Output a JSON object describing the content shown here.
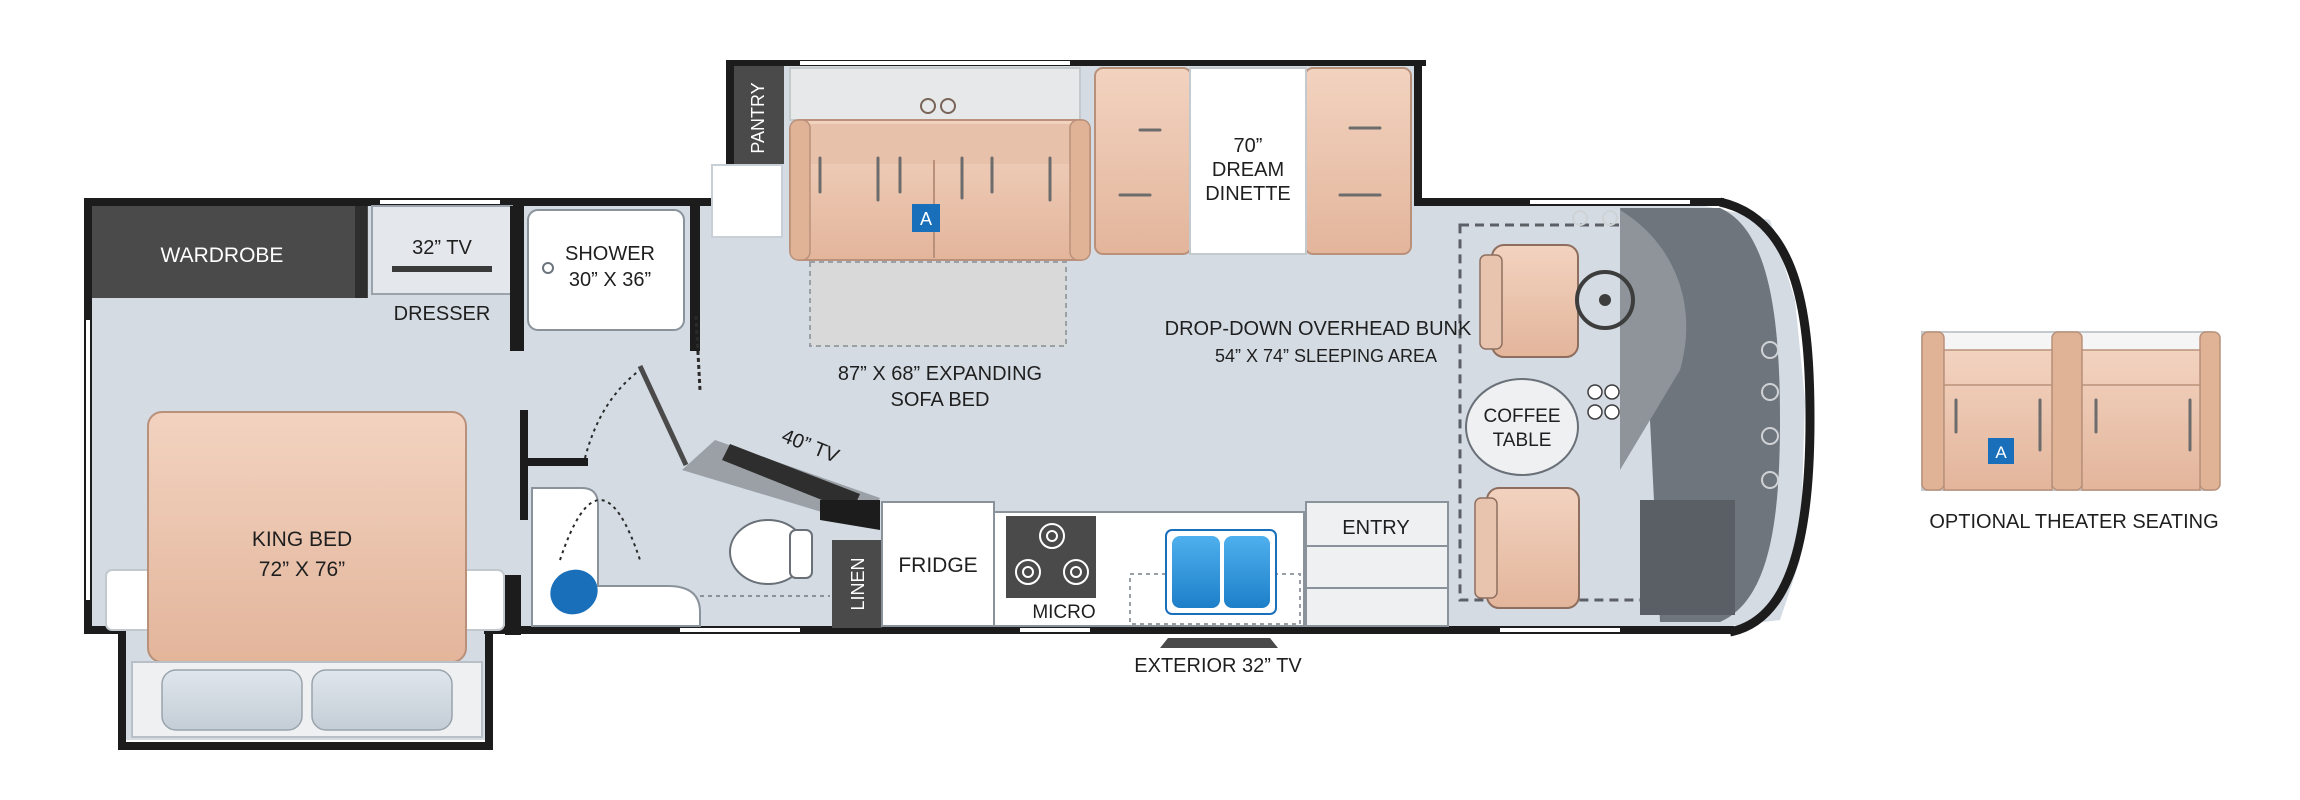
{
  "labels": {
    "wardrobe": "WARDROBE",
    "tv_bedroom": "32” TV",
    "dresser": "DRESSER",
    "shower_line1": "SHOWER",
    "shower_line2": "30” X 36”",
    "pantry": "PANTRY",
    "dinette_line1": "70”",
    "dinette_line2": "DREAM",
    "dinette_line3": "DINETTE",
    "bunk_line1": "DROP-DOWN OVERHEAD BUNK",
    "bunk_line2": "54” X 74” SLEEPING AREA",
    "sofa_line1": "87” X 68” EXPANDING",
    "sofa_line2": "SOFA BED",
    "coffee_line1": "COFFEE",
    "coffee_line2": "TABLE",
    "tv_living": "40” TV",
    "king_line1": "KING BED",
    "king_line2": "72” X 76”",
    "linen": "LINEN",
    "fridge": "FRIDGE",
    "micro": "MICRO",
    "entry": "ENTRY",
    "exterior_tv": "EXTERIOR 32” TV",
    "optional": "OPTIONAL THEATER SEATING",
    "badge_a": "A",
    "badge_a_optional": "A"
  },
  "colors": {
    "wall": "#1c1c1c",
    "floor": "#d4dbe3",
    "upholstery": "#ecc7b0",
    "upholstery_dark": "#d9a98c",
    "cabinet": "#ffffff",
    "dark_cabinet": "#4a4a4a",
    "cab_gray": "#7d8590",
    "accent_blue": "#1a6fba",
    "sink_blue": "#2e8fd6"
  }
}
